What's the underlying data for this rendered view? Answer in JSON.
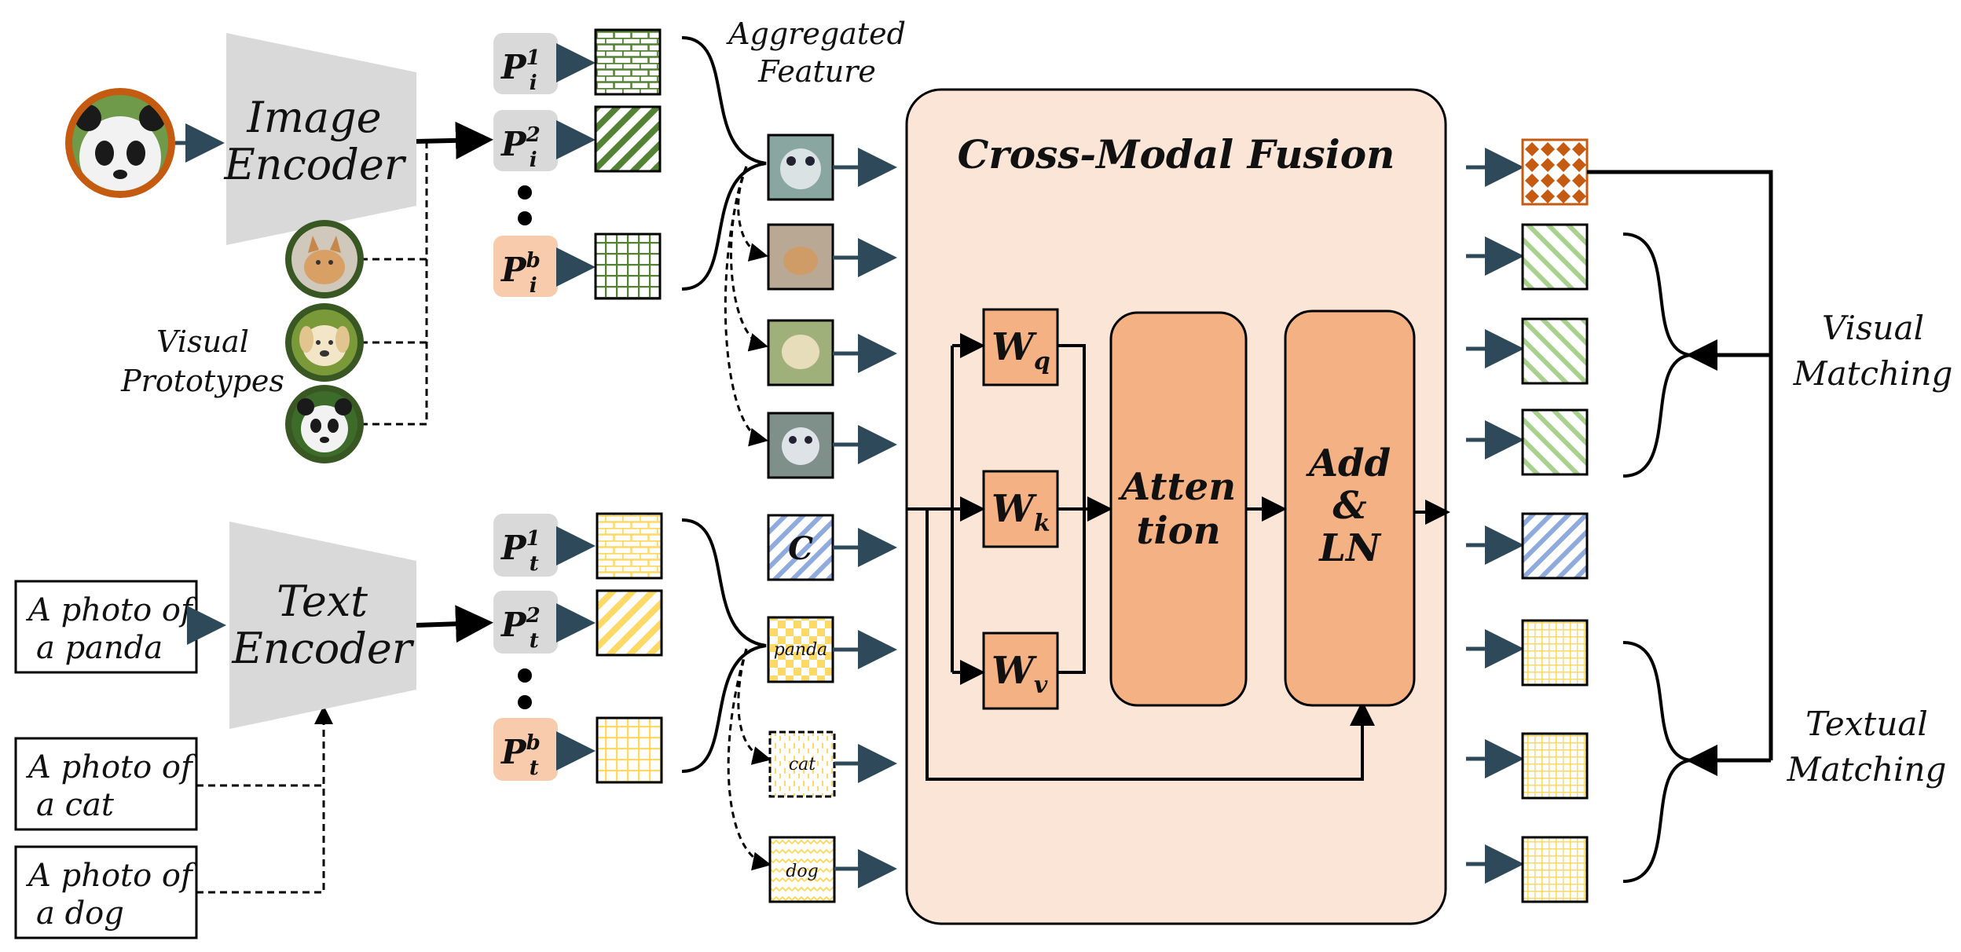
{
  "image_encoder": {
    "line1": "Image",
    "line2": "Encoder"
  },
  "text_encoder": {
    "line1": "Text",
    "line2": "Encoder"
  },
  "visual_prototypes": {
    "line1": "Visual",
    "line2": "Prototypes"
  },
  "aggregated_feature": {
    "line1": "Aggregated",
    "line2": "Feature"
  },
  "image_prompts": [
    {
      "base": "P",
      "sub": "i",
      "sup": "1"
    },
    {
      "base": "P",
      "sub": "i",
      "sup": "2"
    },
    {
      "base": "P",
      "sub": "i",
      "sup": "b"
    }
  ],
  "text_prompts": [
    {
      "base": "P",
      "sub": "t",
      "sup": "1"
    },
    {
      "base": "P",
      "sub": "t",
      "sup": "2"
    },
    {
      "base": "P",
      "sub": "t",
      "sup": "b"
    }
  ],
  "text_inputs": [
    {
      "line1": "A photo of",
      "line2": "a panda"
    },
    {
      "line1": "A photo of",
      "line2": "a cat"
    },
    {
      "line1": "A photo of",
      "line2": "a dog"
    }
  ],
  "class_token": "C",
  "text_feature_words": [
    "panda",
    "cat",
    "dog"
  ],
  "fusion": {
    "title": "Cross-Modal Fusion",
    "wq": {
      "base": "W",
      "sub": "q"
    },
    "wk": {
      "base": "W",
      "sub": "k"
    },
    "wv": {
      "base": "W",
      "sub": "v"
    },
    "attention": {
      "line1": "Atten",
      "line2": "tion"
    },
    "addln": {
      "line1": "Add",
      "line2": "&",
      "line3": "LN"
    }
  },
  "visual_matching": {
    "line1": "Visual",
    "line2": "Matching"
  },
  "textual_matching": {
    "line1": "Textual",
    "line2": "Matching"
  },
  "colors": {
    "fusion_bg": "#fbe5d6",
    "block_orange": "#f4b183",
    "prompt_orange": "#f8cbad",
    "prompt_gray": "#d9d9d9",
    "arrow_dark": "#2e4a5a",
    "green": "#548235",
    "light_green": "#a9d18e",
    "yellow": "#ffd966",
    "blue": "#8faadc",
    "rust": "#c55a11",
    "panda_ring": "#c55a11",
    "proto_ring": "#385723"
  }
}
